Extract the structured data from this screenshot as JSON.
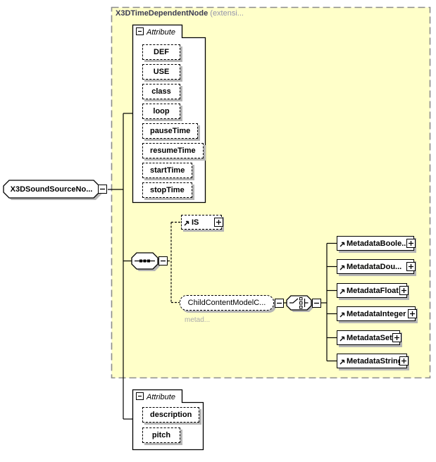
{
  "diagram": {
    "root_node": {
      "label": "X3DSoundSourceNo..."
    },
    "base_type_frame": {
      "name": "X3DTimeDependentNode",
      "suffix": " (extensi..."
    },
    "top_attribute_group": {
      "label": "Attribute",
      "items": [
        "DEF",
        "USE",
        "class",
        "loop",
        "pauseTime",
        "resumeTime",
        "startTime",
        "stopTime"
      ]
    },
    "is_node": {
      "label": "IS"
    },
    "child_content_node": {
      "label": "ChildContentModelC...",
      "annotation": "metad..."
    },
    "metadata_nodes": [
      "MetadataBoole...",
      "MetadataDou...",
      "MetadataFloat",
      "MetadataInteger",
      "MetadataSet",
      "MetadataString"
    ],
    "bottom_attribute_group": {
      "label": "Attribute",
      "items": [
        "description",
        "pitch"
      ]
    },
    "colors": {
      "frame_fill": "#FFFFC9",
      "frame_border": "#8C8C8C",
      "node_shadow": "#B5B5B5",
      "frame_title": "#3A3A52",
      "frame_title_suffix": "#9494AC",
      "annotation_text": "#ABABAB"
    }
  }
}
